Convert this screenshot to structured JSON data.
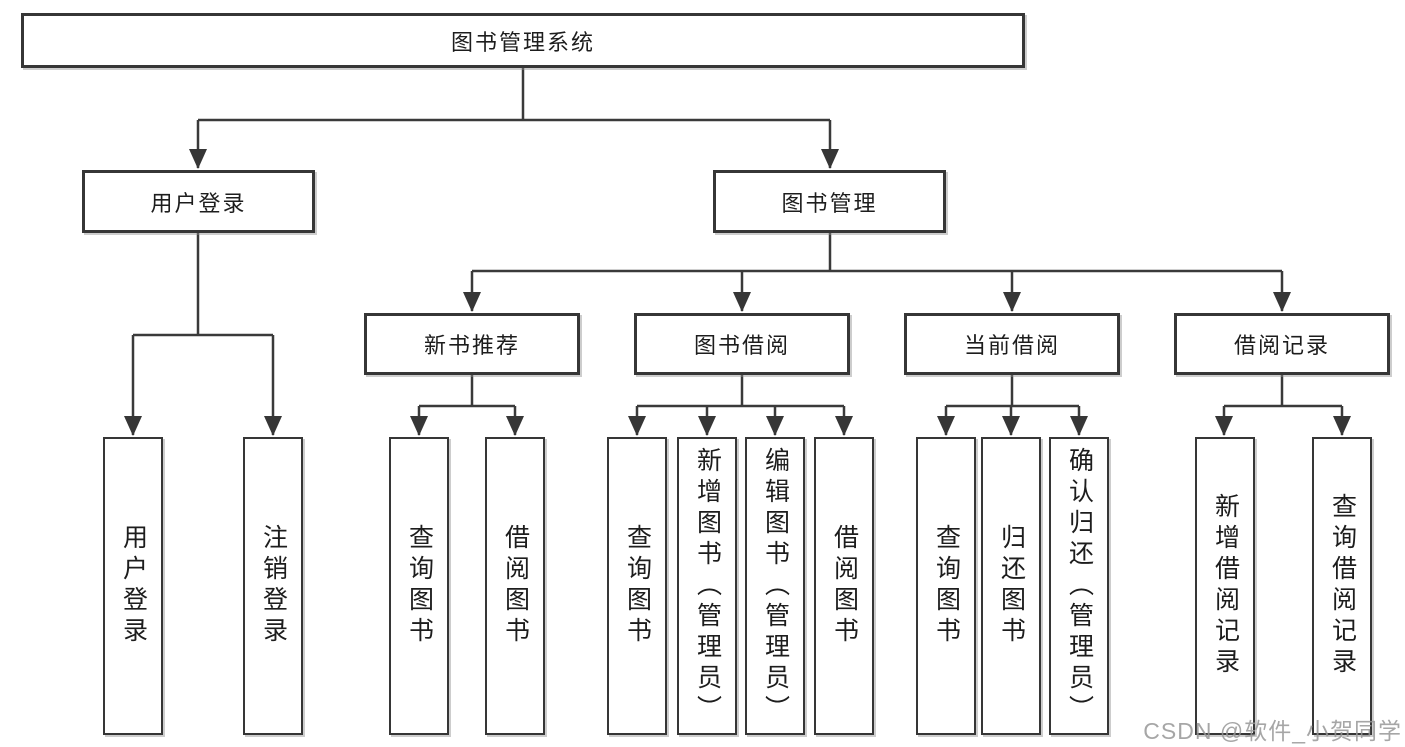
{
  "palette": {
    "line": "#3a3a3a",
    "text": "#1d1d1d",
    "box_background": "#ffffff",
    "watermark": "#969696"
  },
  "watermark": {
    "text": "CSDN @软件_小贺同学"
  },
  "tree": {
    "root": {
      "label": "图书管理系统"
    },
    "branches": [
      {
        "label": "用户登录",
        "leaves": [
          {
            "label": "用户登录"
          },
          {
            "label": "注销登录"
          }
        ]
      },
      {
        "label": "图书管理",
        "groups": [
          {
            "label": "新书推荐",
            "leaves": [
              {
                "label": "查询图书"
              },
              {
                "label": "借阅图书"
              }
            ]
          },
          {
            "label": "图书借阅",
            "leaves": [
              {
                "label": "查询图书"
              },
              {
                "label": "新增图书（管理员）"
              },
              {
                "label": "编辑图书（管理员）"
              },
              {
                "label": "借阅图书"
              }
            ]
          },
          {
            "label": "当前借阅",
            "leaves": [
              {
                "label": "查询图书"
              },
              {
                "label": "归还图书"
              },
              {
                "label": "确认归还（管理员）"
              }
            ]
          },
          {
            "label": "借阅记录",
            "leaves": [
              {
                "label": "新增借阅记录"
              },
              {
                "label": "查询借阅记录"
              }
            ]
          }
        ]
      }
    ]
  }
}
